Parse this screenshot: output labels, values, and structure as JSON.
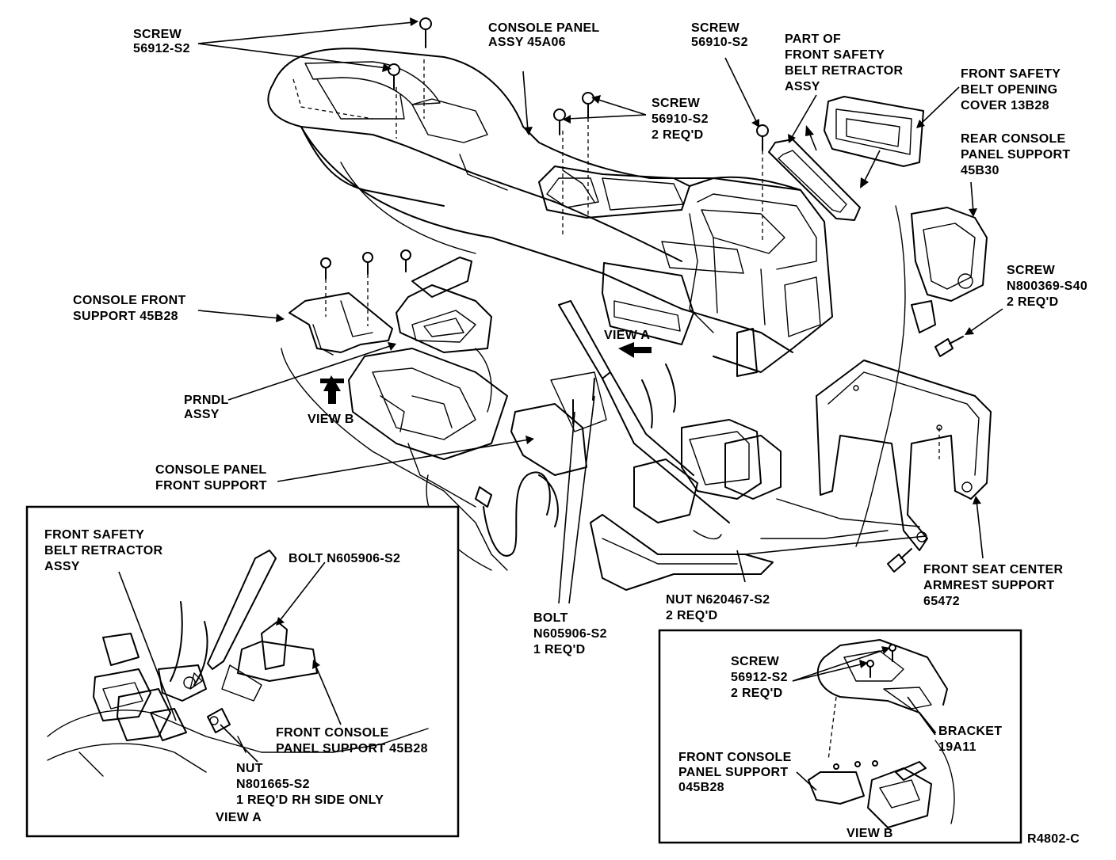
{
  "figure_id": "R4802-C",
  "labels": {
    "screw_56912": [
      "SCREW",
      "56912-S2"
    ],
    "console_panel_assy": [
      "CONSOLE PANEL",
      "ASSY 45A06"
    ],
    "screw_56910_top": [
      "SCREW",
      "56910-S2"
    ],
    "part_of_retractor": [
      "PART OF",
      "FRONT SAFETY",
      "BELT RETRACTOR",
      "ASSY"
    ],
    "belt_opening_cover": [
      "FRONT SAFETY",
      "BELT OPENING",
      "COVER 13B28"
    ],
    "screw_56910_2req": [
      "SCREW",
      "56910-S2",
      "2 REQ'D"
    ],
    "rear_console_support": [
      "REAR CONSOLE",
      "PANEL SUPPORT",
      "45B30"
    ],
    "screw_n800369": [
      "SCREW",
      "N800369-S40",
      "2 REQ'D"
    ],
    "console_front_support": [
      "CONSOLE FRONT",
      "SUPPORT 45B28"
    ],
    "view_a_arrow": "VIEW A",
    "prndl": [
      "PRNDL",
      "ASSY"
    ],
    "view_b_arrow": "VIEW B",
    "console_panel_front_support": [
      "CONSOLE PANEL",
      "FRONT SUPPORT"
    ],
    "armrest_support": [
      "FRONT SEAT CENTER",
      "ARMREST SUPPORT",
      "65472"
    ],
    "nut_n620467": [
      "NUT N620467-S2",
      "2 REQ'D"
    ],
    "bolt_n605906_main": [
      "BOLT",
      "N605906-S2",
      "1 REQ'D"
    ]
  },
  "inset_a": {
    "retractor": [
      "FRONT SAFETY",
      "BELT RETRACTOR",
      "ASSY"
    ],
    "bolt": "BOLT N605906-S2",
    "front_console_support": [
      "FRONT CONSOLE",
      "PANEL SUPPORT 45B28"
    ],
    "nut": [
      "NUT",
      "N801665-S2",
      "1 REQ'D RH SIDE ONLY"
    ],
    "title": "VIEW A"
  },
  "inset_b": {
    "screw": [
      "SCREW",
      "56912-S2",
      "2 REQ'D"
    ],
    "bracket": [
      "BRACKET",
      "19A11"
    ],
    "front_console_support": [
      "FRONT CONSOLE",
      "PANEL SUPPORT",
      "045B28"
    ],
    "title": "VIEW B"
  }
}
